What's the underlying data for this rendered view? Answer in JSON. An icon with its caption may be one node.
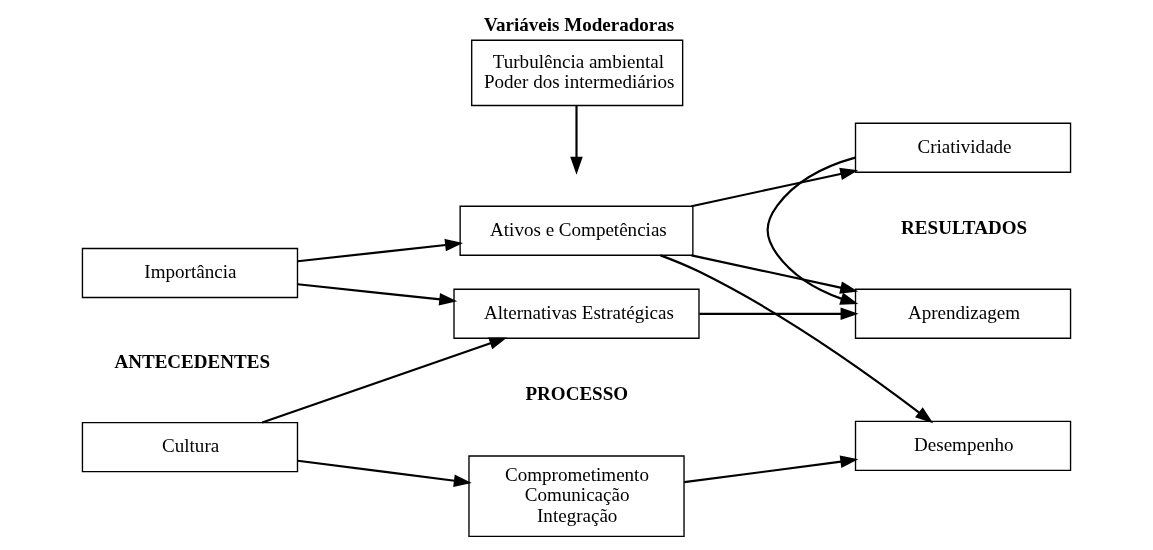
{
  "diagram": {
    "nodes": [
      {
        "text": [
          "Cultura"
        ]
      },
      {
        "text": [
          "Importância"
        ]
      },
      {
        "text": [
          "Comprometimento",
          "Comunicação",
          "Integração"
        ]
      },
      {
        "text": [
          "Alternativas Estratégicas"
        ]
      },
      {
        "text": [
          "Ativos e Competências"
        ]
      },
      {
        "text": [
          "Aprendizagem"
        ]
      },
      {
        "text": [
          "Criatividade"
        ]
      },
      {
        "text": [
          "Desempenho"
        ]
      },
      {
        "text": [
          "Variáveis Moderadoras",
          "Turbulência ambiental",
          "Poder dos intermediários"
        ]
      }
    ],
    "edges": [
      {
        "from": 0,
        "to": 2,
        "arrow": "to"
      },
      {
        "from": 0,
        "to": 3,
        "arrow": "to"
      },
      {
        "from": 1,
        "to": 3,
        "arrow": "to"
      },
      {
        "from": 1,
        "to": 4,
        "arrow": "to"
      },
      {
        "from": 2,
        "to": 7,
        "arrow": "to"
      },
      {
        "from": 3,
        "to": 5,
        "arrow": "to"
      },
      {
        "from": 4,
        "to": 5,
        "arrow": "to"
      },
      {
        "from": 4,
        "to": 6,
        "arrow": "to"
      },
      {
        "from": 4,
        "to": 7,
        "arrow": "to"
      },
      {
        "from": 6,
        "to": 5,
        "arrow": "to"
      },
      {
        "from": 8,
        "to": null,
        "arrow": "to"
      }
    ],
    "labels": [
      "ANTECEDENTES",
      "PROCESSO",
      "RESULTADOS"
    ]
  }
}
